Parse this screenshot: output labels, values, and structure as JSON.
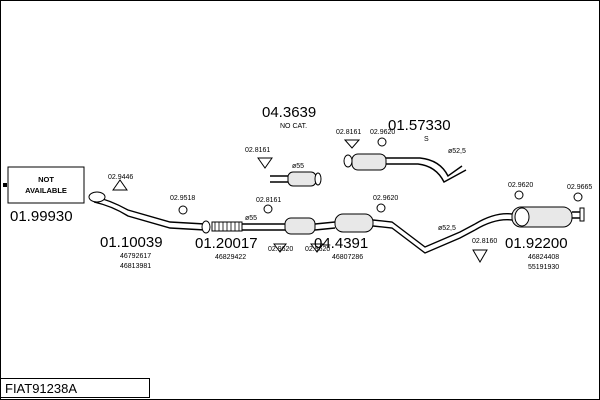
{
  "diagram": {
    "not_available": [
      "NOT",
      "AVAILABLE"
    ],
    "parts": [
      {
        "id": "p1",
        "code": "01.99930"
      },
      {
        "id": "p2",
        "code": "01.10039",
        "refs": [
          "46792617",
          "46813981"
        ]
      },
      {
        "id": "p3",
        "code": "01.20017",
        "refs": [
          "46829422"
        ]
      },
      {
        "id": "p4",
        "code": "04.4391",
        "refs": [
          "46807286"
        ]
      },
      {
        "id": "p5",
        "code": "01.92200",
        "refs": [
          "46824408",
          "55191930"
        ]
      },
      {
        "id": "p6",
        "code": "04.3639",
        "note": "NO CAT."
      },
      {
        "id": "p7",
        "code": "01.57330",
        "note": "S"
      }
    ],
    "small_parts": [
      {
        "id": "s1",
        "code": "02.9446"
      },
      {
        "id": "s2",
        "code": "02.9518"
      },
      {
        "id": "s3",
        "code": "02.8161"
      },
      {
        "id": "s4",
        "code": "02.9620"
      },
      {
        "id": "s5",
        "code": "02.9620"
      },
      {
        "id": "s6",
        "code": "02.9620"
      },
      {
        "id": "s7",
        "code": "02.8161"
      },
      {
        "id": "s8",
        "code": "02.8161"
      },
      {
        "id": "s9",
        "code": "02.9620"
      },
      {
        "id": "s10",
        "code": "02.8160"
      },
      {
        "id": "s11",
        "code": "02.9620"
      },
      {
        "id": "s12",
        "code": "02.9665"
      }
    ],
    "diameters": [
      "ø55",
      "ø55",
      "ø52,5",
      "ø52,5"
    ],
    "model_code": "FIAT91238A"
  }
}
